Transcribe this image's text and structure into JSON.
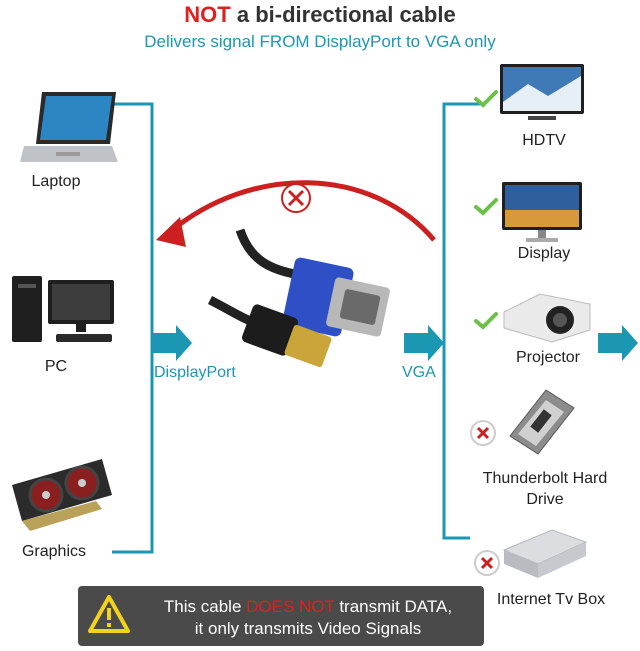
{
  "header": {
    "title_emphasis": "NOT",
    "title_rest": " a bi-directional cable",
    "subtitle": "Delivers signal FROM DisplayPort to VGA only"
  },
  "sources": [
    {
      "label": "Laptop",
      "icon": "laptop-icon"
    },
    {
      "label": "PC",
      "icon": "desktop-pc-icon"
    },
    {
      "label": "Graphics",
      "icon": "graphics-card-icon"
    }
  ],
  "ports": {
    "left": "DisplayPort",
    "right": "VGA"
  },
  "destinations": [
    {
      "label": "HDTV",
      "supported": true,
      "icon": "tv-icon"
    },
    {
      "label": "Display",
      "supported": true,
      "icon": "monitor-icon"
    },
    {
      "label": "Projector",
      "supported": true,
      "icon": "projector-icon"
    },
    {
      "label": "Thunderbolt Hard Drive",
      "supported": false,
      "icon": "hard-drive-icon"
    },
    {
      "label": "Internet Tv Box",
      "supported": false,
      "icon": "tv-box-icon"
    }
  ],
  "warning": {
    "line1_pre": "This cable ",
    "line1_emphasis": "DOES NOT",
    "line1_post": " transmit DATA,",
    "line2": "it only transmits Video Signals"
  },
  "colors": {
    "accent": "#1b97b3",
    "negative": "#e02020",
    "check": "#6cc04a",
    "banner": "#4a4a4a"
  }
}
